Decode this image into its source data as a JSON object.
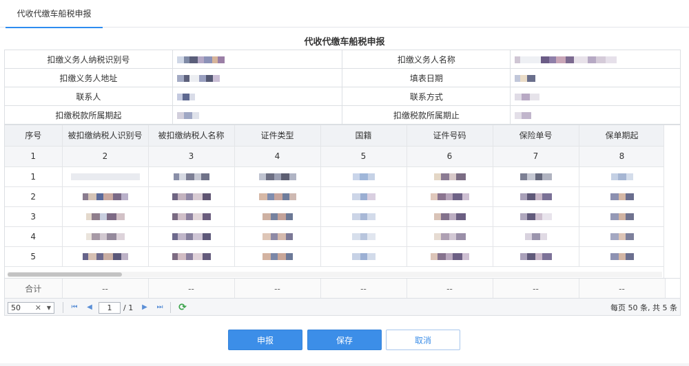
{
  "tab": {
    "label": "代收代缴车船税申报"
  },
  "form": {
    "title": "代收代缴车船税申报",
    "fields": [
      {
        "label": "扣缴义务人纳税识别号",
        "value": ""
      },
      {
        "label": "扣缴义务人名称",
        "value": ""
      },
      {
        "label": "扣缴义务人地址",
        "value": ""
      },
      {
        "label": "填表日期",
        "value": ""
      },
      {
        "label": "联系人",
        "value": ""
      },
      {
        "label": "联系方式",
        "value": ""
      },
      {
        "label": "扣缴税款所属期起",
        "value": ""
      },
      {
        "label": "扣缴税款所属期止",
        "value": ""
      }
    ]
  },
  "grid": {
    "headers": [
      "序号",
      "被扣缴纳税人识别号",
      "被扣缴纳税人名称",
      "证件类型",
      "国籍",
      "证件号码",
      "保险单号",
      "保单期起"
    ],
    "column_numbers": [
      "1",
      "2",
      "3",
      "4",
      "5",
      "6",
      "7",
      "8"
    ],
    "rows": [
      {
        "seq": "1"
      },
      {
        "seq": "2"
      },
      {
        "seq": "3"
      },
      {
        "seq": "4"
      },
      {
        "seq": "5"
      }
    ],
    "total": {
      "label": "合计",
      "cells": [
        "--",
        "--",
        "--",
        "--",
        "--",
        "--",
        "--"
      ]
    }
  },
  "pager": {
    "page_size": "50",
    "current_page": "1",
    "total_pages": "/ 1",
    "summary": "每页 50 条, 共 5 条"
  },
  "buttons": {
    "submit": "申报",
    "save": "保存",
    "cancel": "取消"
  },
  "colors": {
    "accent": "#3c8ee8",
    "tab_underline": "#2d8cf0"
  },
  "icons": [
    "first-page-icon",
    "prev-page-icon",
    "next-page-icon",
    "last-page-icon",
    "refresh-icon",
    "clear-icon",
    "dropdown-icon"
  ]
}
